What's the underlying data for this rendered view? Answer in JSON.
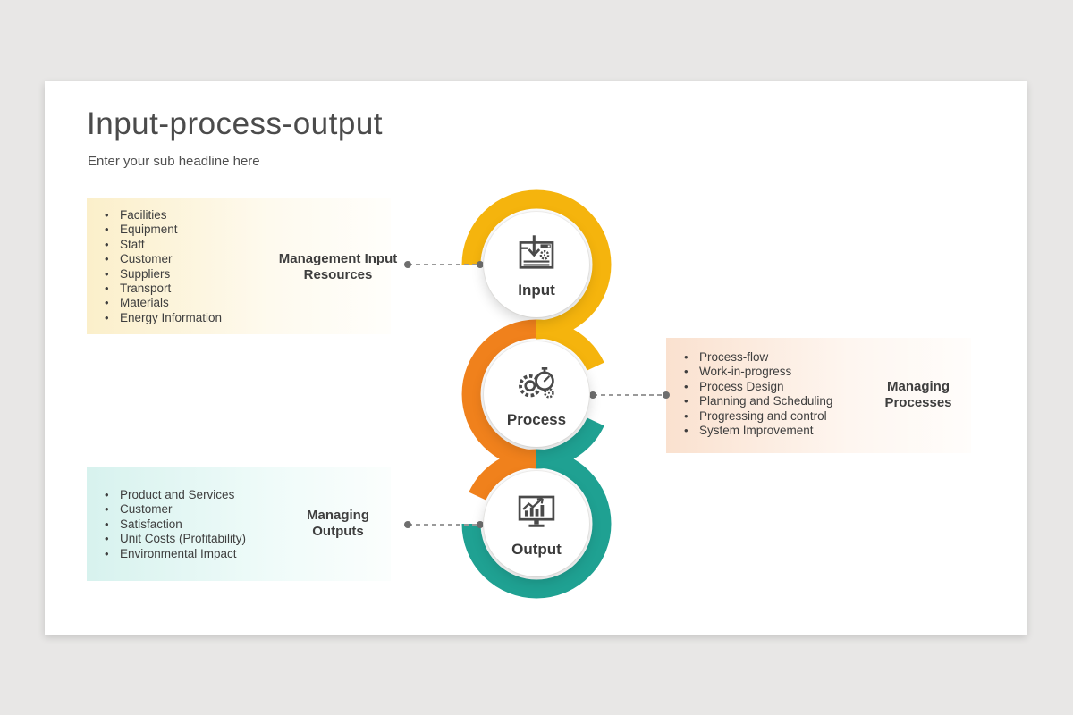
{
  "slide": {
    "title": "Input-process-output",
    "subtitle": "Enter your sub headline here"
  },
  "colors": {
    "yellow": "#F5B40D",
    "orange": "#F0811C",
    "teal": "#1FA192",
    "dash_gray": "#9a9a9a",
    "dot_gray": "#6e6e6e",
    "icon_gray": "#4a4a4a",
    "input_box_tint": "#FBEFCA",
    "process_box_tint": "#FAE1CF",
    "output_box_tint": "#D7F2EE"
  },
  "nodes": [
    {
      "id": "input",
      "label": "Input",
      "icon": "download-window-icon"
    },
    {
      "id": "process",
      "label": "Process",
      "icon": "gears-stopwatch-icon"
    },
    {
      "id": "output",
      "label": "Output",
      "icon": "monitor-chart-icon"
    }
  ],
  "boxes": [
    {
      "id": "management-input-resources",
      "label_line1": "Management Input",
      "label_line2": "Resources",
      "items": [
        "Facilities",
        "Equipment",
        "Staff",
        "Customer",
        "Suppliers",
        "Transport",
        "Materials",
        "Energy Information"
      ]
    },
    {
      "id": "managing-processes",
      "label_line1": "Managing",
      "label_line2": "Processes",
      "items": [
        "Process-flow",
        "Work-in-progress",
        "Process Design",
        "Planning and Scheduling",
        "Progressing and control",
        "System Improvement"
      ]
    },
    {
      "id": "managing-outputs",
      "label_line1": "Managing",
      "label_line2": "Outputs",
      "items": [
        "Product and Services",
        "Customer",
        "Satisfaction",
        "Unit Costs (Profitability)",
        "Environmental Impact"
      ]
    }
  ]
}
